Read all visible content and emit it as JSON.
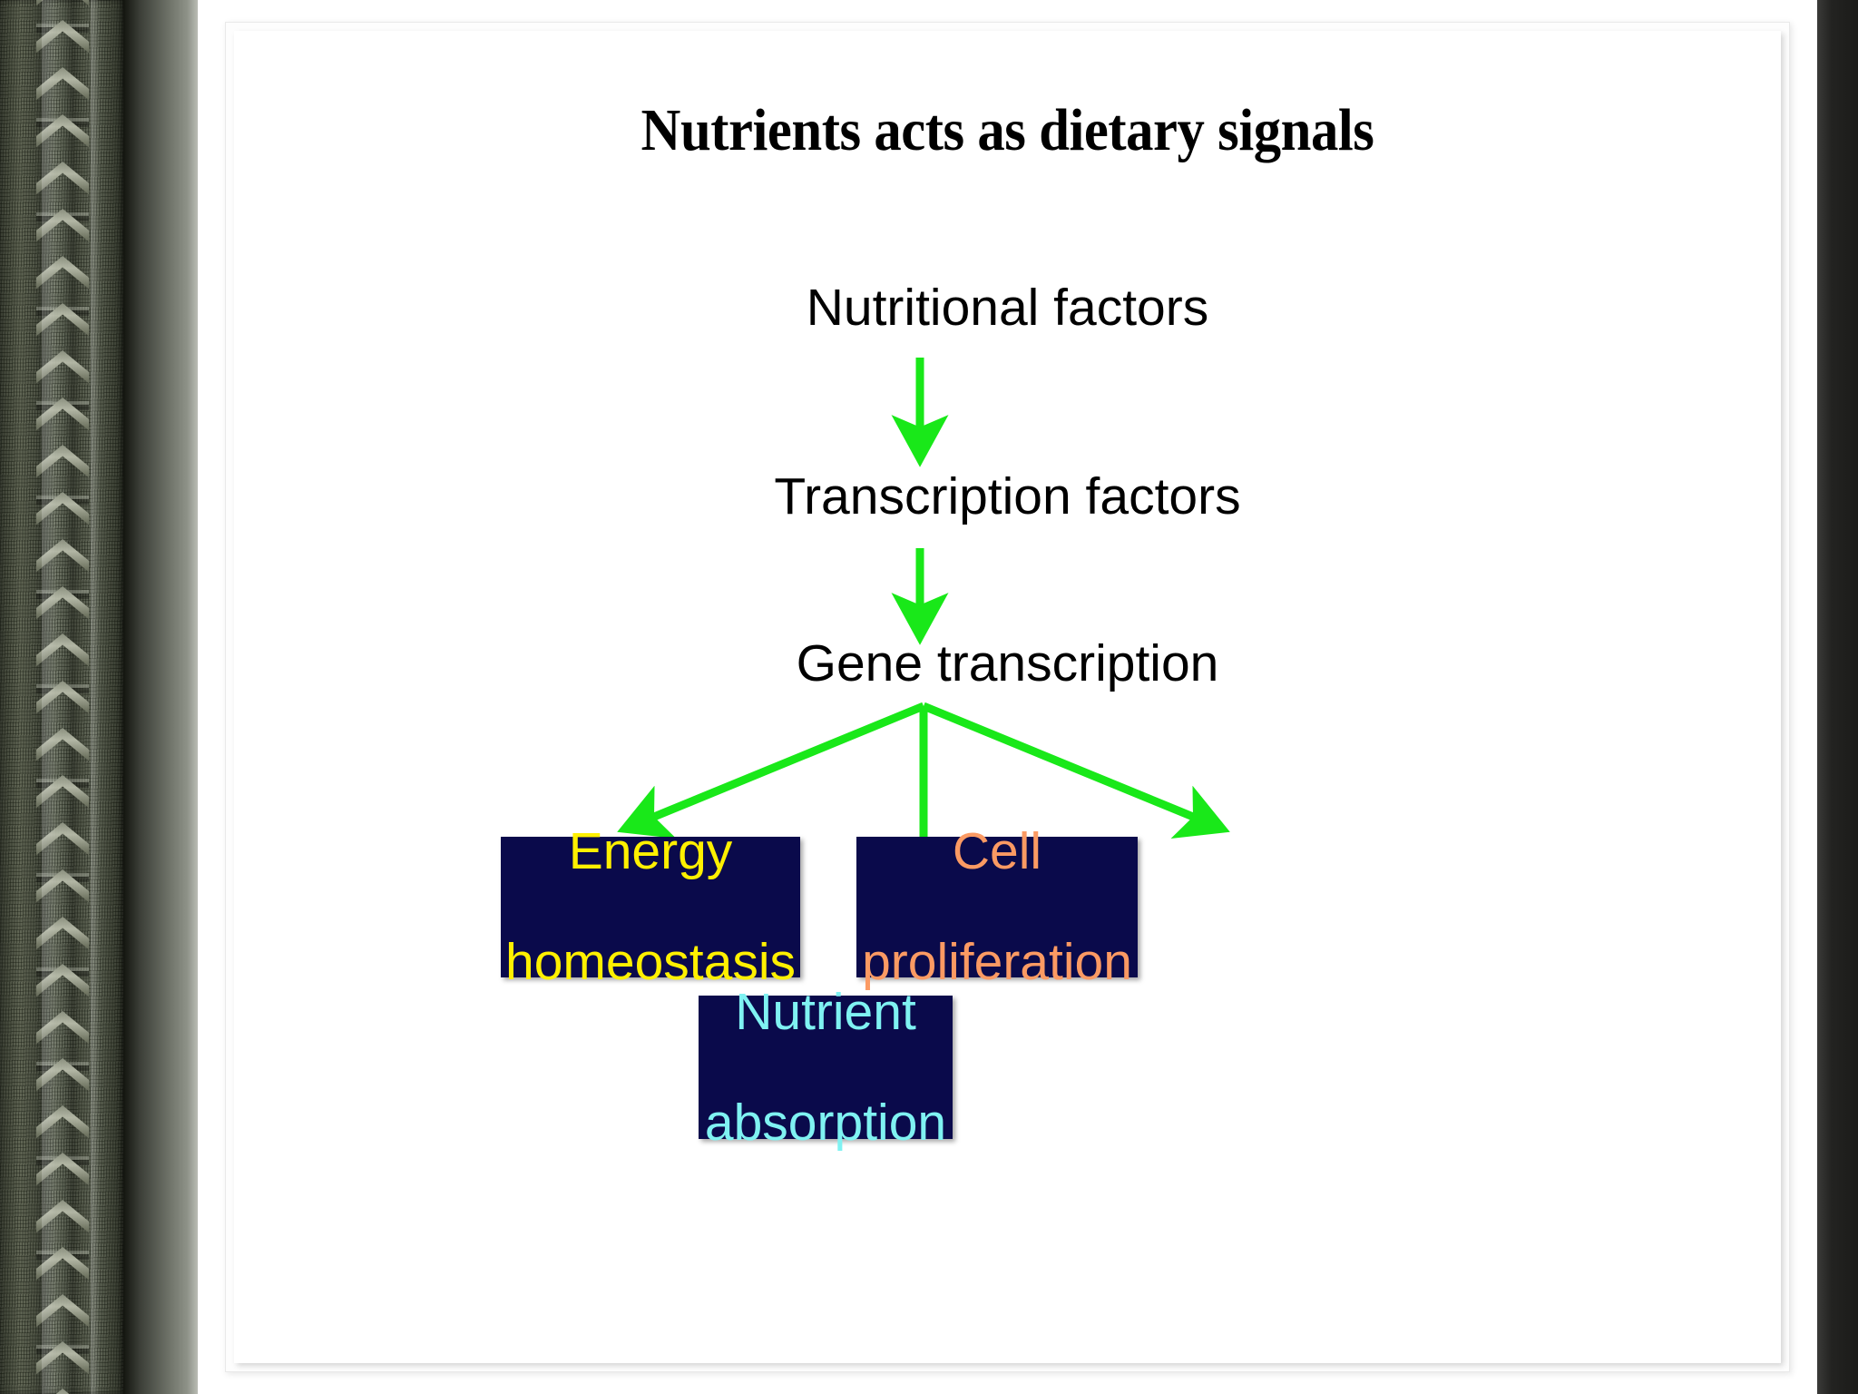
{
  "slide": {
    "title": "Nutrients acts as dietary signals",
    "background_color": "#FFFFFF",
    "flow": {
      "steps": [
        {
          "id": "nutritional-factors",
          "label": "Nutritional factors",
          "text_color": "#000000"
        },
        {
          "id": "transcription-factors",
          "label": "Transcription factors",
          "text_color": "#000000"
        },
        {
          "id": "gene-transcription",
          "label": "Gene transcription",
          "text_color": "#000000"
        }
      ],
      "arrow_color": "#19E819",
      "outcomes": [
        {
          "id": "energy-homeostasis",
          "line1": "Energy",
          "line2": "homeostasis",
          "text_color": "#FFF000",
          "box_color": "#0A0A4B"
        },
        {
          "id": "cell-proliferation",
          "line1": "Cell",
          "line2": "proliferation",
          "text_color": "#FB9A63",
          "box_color": "#0A0A4B"
        },
        {
          "id": "nutrient-absorption",
          "line1": "Nutrient",
          "line2": "absorption",
          "text_color": "#7FF2F2",
          "box_color": "#0A0A4B"
        }
      ]
    }
  },
  "decor": {
    "left_border_style": "carved-stone-chevron-column",
    "frame_color": "#FFFFFF",
    "right_edge_color": "#1B1B19"
  }
}
